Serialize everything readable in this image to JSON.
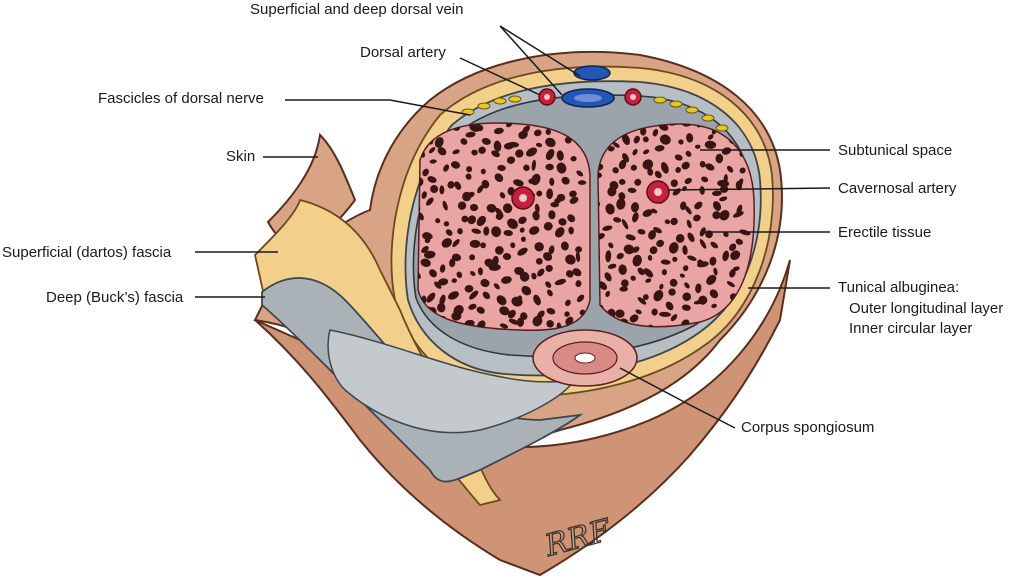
{
  "labels": {
    "vein": "Superficial and deep dorsal vein",
    "artery": "Dorsal artery",
    "nerve": "Fascicles of dorsal nerve",
    "skin": "Skin",
    "dartos": "Superficial (dartos) fascia",
    "bucks": "Deep (Buck’s) fascia",
    "subtunical": "Subtunical space",
    "cavernosal": "Cavernosal artery",
    "erectile": "Erectile tissue",
    "tunica_title": "Tunical albuginea:",
    "tunica_outer": "Outer longitudinal layer",
    "tunica_inner": "Inner circular layer",
    "spongiosum": "Corpus spongiosum"
  },
  "signature": "RRF",
  "colors": {
    "skin": "#d9a486",
    "dartos": "#f2cf8a",
    "fascia": "#b8bfc4",
    "tunica": "#9aa4aa",
    "erectile_bg": "#e9a4a4",
    "erectile_dark": "#3a1414",
    "artery": "#c8203c",
    "vein": "#2456b4",
    "nerve": "#e8c62a"
  }
}
